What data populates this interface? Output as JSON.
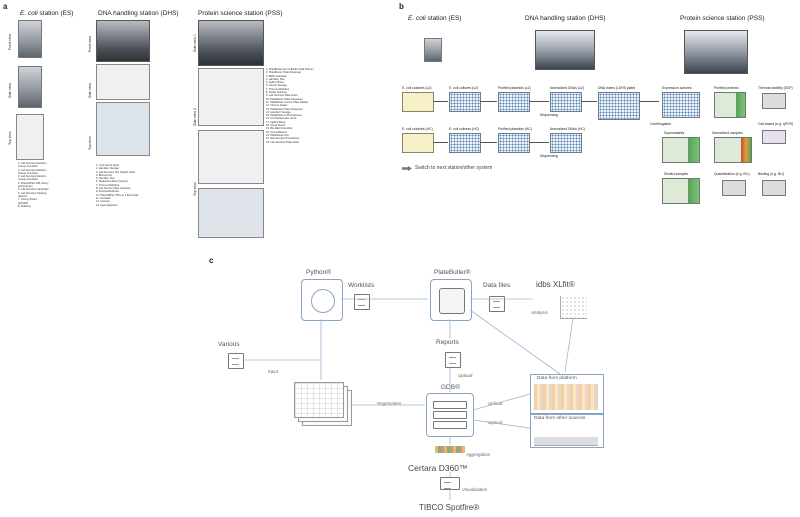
{
  "panel_a": {
    "letter": "a",
    "stations": [
      {
        "title_italic": "E. coli",
        "title_rest": " station (ES)"
      },
      {
        "title_italic": "",
        "title_rest": "DNA handling station (DHS)"
      },
      {
        "title_italic": "",
        "title_rest": "Protein science station (PSS)"
      }
    ],
    "view_labels": {
      "front": "Front view",
      "side": "Side view",
      "top": "Top view"
    },
    "pss_view_labels": [
      "Side view 1",
      "Side view 2",
      "Top view"
    ],
    "es_legend": [
      "1: Lab Services Random",
      "Access Incubator",
      "2: Lab Services Random",
      "Access Incubator",
      "3: Lab Services Random",
      "Access Incubator",
      "4: PlasmidPlex 384 colony",
      "self (remote)",
      "5: Lab Services LabHolder",
      "6: Lab Services Tracking",
      "detector",
      "7: Colony Picker",
      "QPix460",
      "8: Multiring"
    ],
    "dhs_legend": [
      "1: Cytomat 10 Hotel",
      "2: Hamilton Storage",
      "3: Lab Services Tips Weight Hotel",
      "4: Bioreps HS",
      "5: Hamilton Star",
      "6: Shake/Incubator (lowers)",
      "7: Thermo Multidrop",
      "8: Lab Service Plate Carousel",
      "9: AcrtoolsWebCam",
      "10: PlasmidPlex 784 um 3 filter head",
      "11: Incubator",
      "12: Vortexer",
      "13: Agar dispenser"
    ],
    "pss_legend": [
      "1: PlateBuster Arm & Bartle Shaft 618 um",
      "2: PlateBuster Plate Dispenser",
      "3: BMG Clariostar",
      "4: Hamilton Star",
      "5: Agilent Bravo",
      "6: Liconic Storage",
      "7: Thermo Multidrop",
      "8: Perkin Sciclone",
      "9: Lab Services Plate Hotel",
      "10: PlateBuster Plate Dispenser",
      "11: PlateBuster Access Plate Reader",
      "12: Thermo Sealer",
      "13: PlateBuster Plate Dispenser",
      "14: Hamilton Vantage",
      "15: PlateBuster HTS Dispenser",
      "16: Unchained Labs Uncle",
      "17: Agilent Bravo",
      "18: Tecan Fluent",
      "19: Bio-Rad ChemiDoc",
      "20: Cytiva Biacore",
      "21: PlateBuster Arm",
      "22: Nanotemper Prometheus",
      "23: Lab Services Plate Hotel"
    ]
  },
  "panel_b": {
    "letter": "b",
    "stations": [
      {
        "title_italic": "E. coli",
        "title_rest": " station (ES)"
      },
      {
        "title_italic": "",
        "title_rest": "DNA handling station (DHS)"
      },
      {
        "title_italic": "",
        "title_rest": "Protein science station (PSS)"
      }
    ],
    "row_top": [
      "E. coli colonies (≤2)",
      "E. coli cultures (≤2)",
      "Purified plasmids (≤2)",
      "Normalized DNAs (≤2)",
      "DNA mixes (LDHS plate)"
    ],
    "row_bottom": [
      "E. coli colonies (HC)",
      "E. coli cultures (HC)",
      "Purified plasmids (HC)",
      "Normalized DNAs (HC)"
    ],
    "sequencing": "Sequencing",
    "pss_boxes": [
      "Expression cultures",
      "Purified proteins",
      "Thermal stability (DSF)",
      "Supernatants",
      "Normalized samples",
      "Cell-based (e.g. qPCR)",
      "Diluted samples",
      "Quantification (e.g. BLI)",
      "Binding (e.g. BLI)"
    ],
    "centrifugation": "Centrifugation",
    "switch_label": "Switch to next station/other system"
  },
  "panel_c": {
    "letter": "c",
    "nodes": {
      "python": "Python®",
      "worklists": "Worklists",
      "platebutler": "PlateButler®",
      "datafiles": "Data files",
      "idbs": "idbs XLfit®",
      "analysis": "Analysis",
      "various": "Various",
      "input": "Input",
      "reports": "Reports",
      "upload1": "Upload",
      "gdb": "GDB®",
      "registration": "Registration",
      "upload2": "Upload",
      "upload3": "Upload",
      "data_platform": "Data from platform",
      "data_other": "Data from other sources",
      "aggregation": "Aggregation",
      "certara": "Certara D360™",
      "visualization": "Visualization",
      "tibco": "TIBCO Spotfire®"
    }
  }
}
